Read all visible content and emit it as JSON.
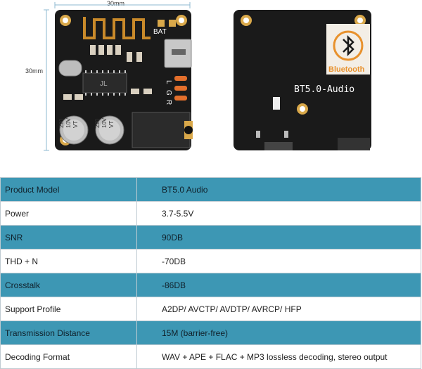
{
  "dimensions": {
    "width": "30mm",
    "height": "30mm"
  },
  "board_front": {
    "bat_label": "BAT",
    "chip_text": "JL",
    "channel_labels": [
      "L",
      "G",
      "R"
    ],
    "capacitor_1": [
      "220",
      "10V",
      "VT"
    ],
    "capacitor_2": [
      "220",
      "10V",
      "VT"
    ]
  },
  "board_back": {
    "logo_text": "Bluetooth",
    "model_text": "BT5.0-Audio"
  },
  "specs": [
    {
      "label": "Product Model",
      "value": "BT5.0 Audio"
    },
    {
      "label": "Power",
      "value": "3.7-5.5V"
    },
    {
      "label": "SNR",
      "value": "90DB"
    },
    {
      "label": "THD + N",
      "value": "-70DB"
    },
    {
      "label": "Crosstalk",
      "value": "-86DB"
    },
    {
      "label": "Support Profile",
      "value": "A2DP/ AVCTP/ AVDTP/ AVRCP/ HFP"
    },
    {
      "label": "Transmission Distance",
      "value": "15M (barrier-free)"
    },
    {
      "label": "Decoding Format",
      "value": "WAV + APE + FLAC + MP3 lossless decoding, stereo output"
    }
  ],
  "colors": {
    "row_accent": "#3d97b4",
    "pcb": "#1a1a1a",
    "gold": "#d9a84a",
    "logo_orange": "#e8912c"
  }
}
